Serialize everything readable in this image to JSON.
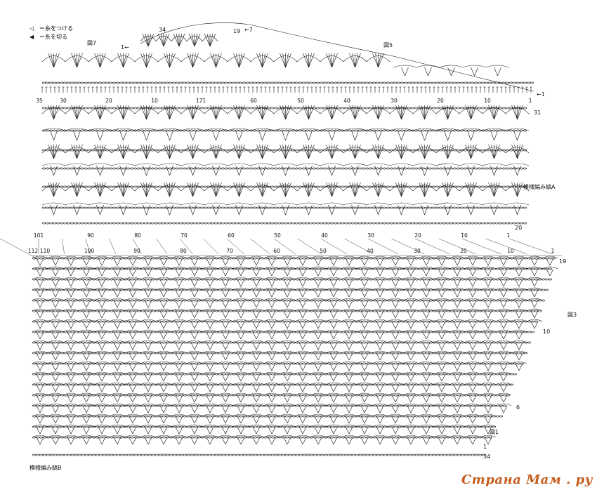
{
  "legend": [
    {
      "symbol": "◁",
      "text": "＝糸をつける"
    },
    {
      "symbol": "◀",
      "text": "＝糸を切る"
    }
  ],
  "figure_labels": {
    "fig7": "図7",
    "fig5": "図5",
    "fig3": "図3",
    "fig1": "図1"
  },
  "pattern_labels": {
    "pattern_a": "模様編み縞A",
    "pattern_b": "模様編み縞B"
  },
  "top_notes": {
    "row34": "34",
    "arrow_left": "←7",
    "row19": "19",
    "row1_left": "1←",
    "row1_right": "←1"
  },
  "upper_counts": {
    "left": [
      "35",
      "30",
      "20",
      "10",
      "171"
    ],
    "right": [
      "60",
      "50",
      "40",
      "30",
      "20",
      "10",
      "1"
    ]
  },
  "upper_row_numbers": {
    "r31": "31",
    "r20": "20"
  },
  "mid_counts_top": [
    "101",
    "90",
    "80",
    "70",
    "60",
    "50",
    "40",
    "30",
    "20",
    "10",
    "1"
  ],
  "mid_counts_bottom": [
    "112",
    "110",
    "100",
    "90",
    "80",
    "70",
    "60",
    "50",
    "40",
    "30",
    "20",
    "10",
    "1"
  ],
  "lower_row_numbers": {
    "r19": "19",
    "r10": "10",
    "r6": "6",
    "r1": "1",
    "r34": "34"
  },
  "watermark": "Страна Мам . ру",
  "colors": {
    "ink": "#111111",
    "watermark": "#c45c1c",
    "background": "#ffffff"
  }
}
